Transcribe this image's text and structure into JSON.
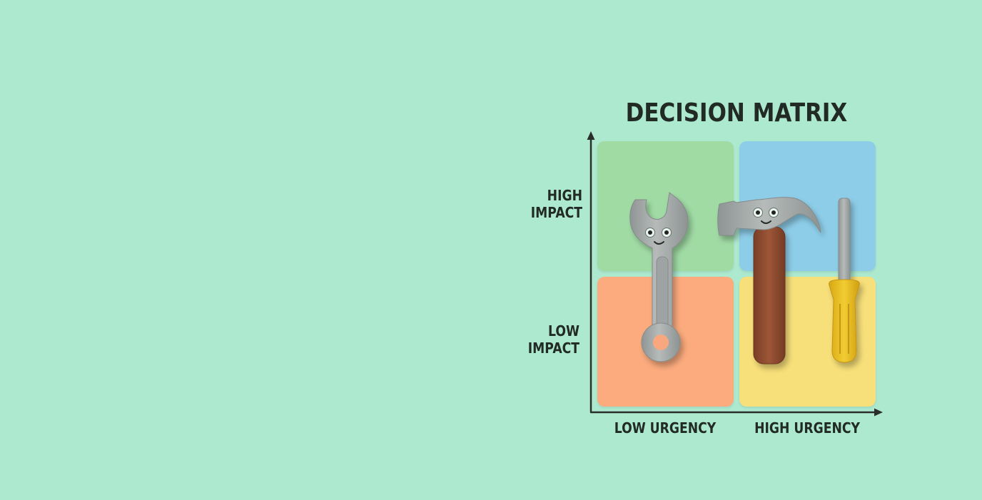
{
  "diagram": {
    "title": "DECISION MATRIX",
    "y_axis": {
      "high": {
        "line1": "HIGH",
        "line2": "IMPACT"
      },
      "low": {
        "line1": "LOW",
        "line2": "IMPACT"
      }
    },
    "x_axis": {
      "low": "LOW URGENCY",
      "high": "HIGH URGENCY"
    },
    "quadrants": [
      {
        "name": "high-impact-low-urgency",
        "color": "#a0dba4"
      },
      {
        "name": "high-impact-high-urgency",
        "color": "#8dcde8"
      },
      {
        "name": "low-impact-low-urgency",
        "color": "#fbab7d"
      },
      {
        "name": "low-impact-high-urgency",
        "color": "#f7df79"
      }
    ],
    "illustrations": [
      {
        "icon": "wrench-icon"
      },
      {
        "icon": "hammer-icon"
      },
      {
        "icon": "screwdriver-icon"
      }
    ]
  }
}
